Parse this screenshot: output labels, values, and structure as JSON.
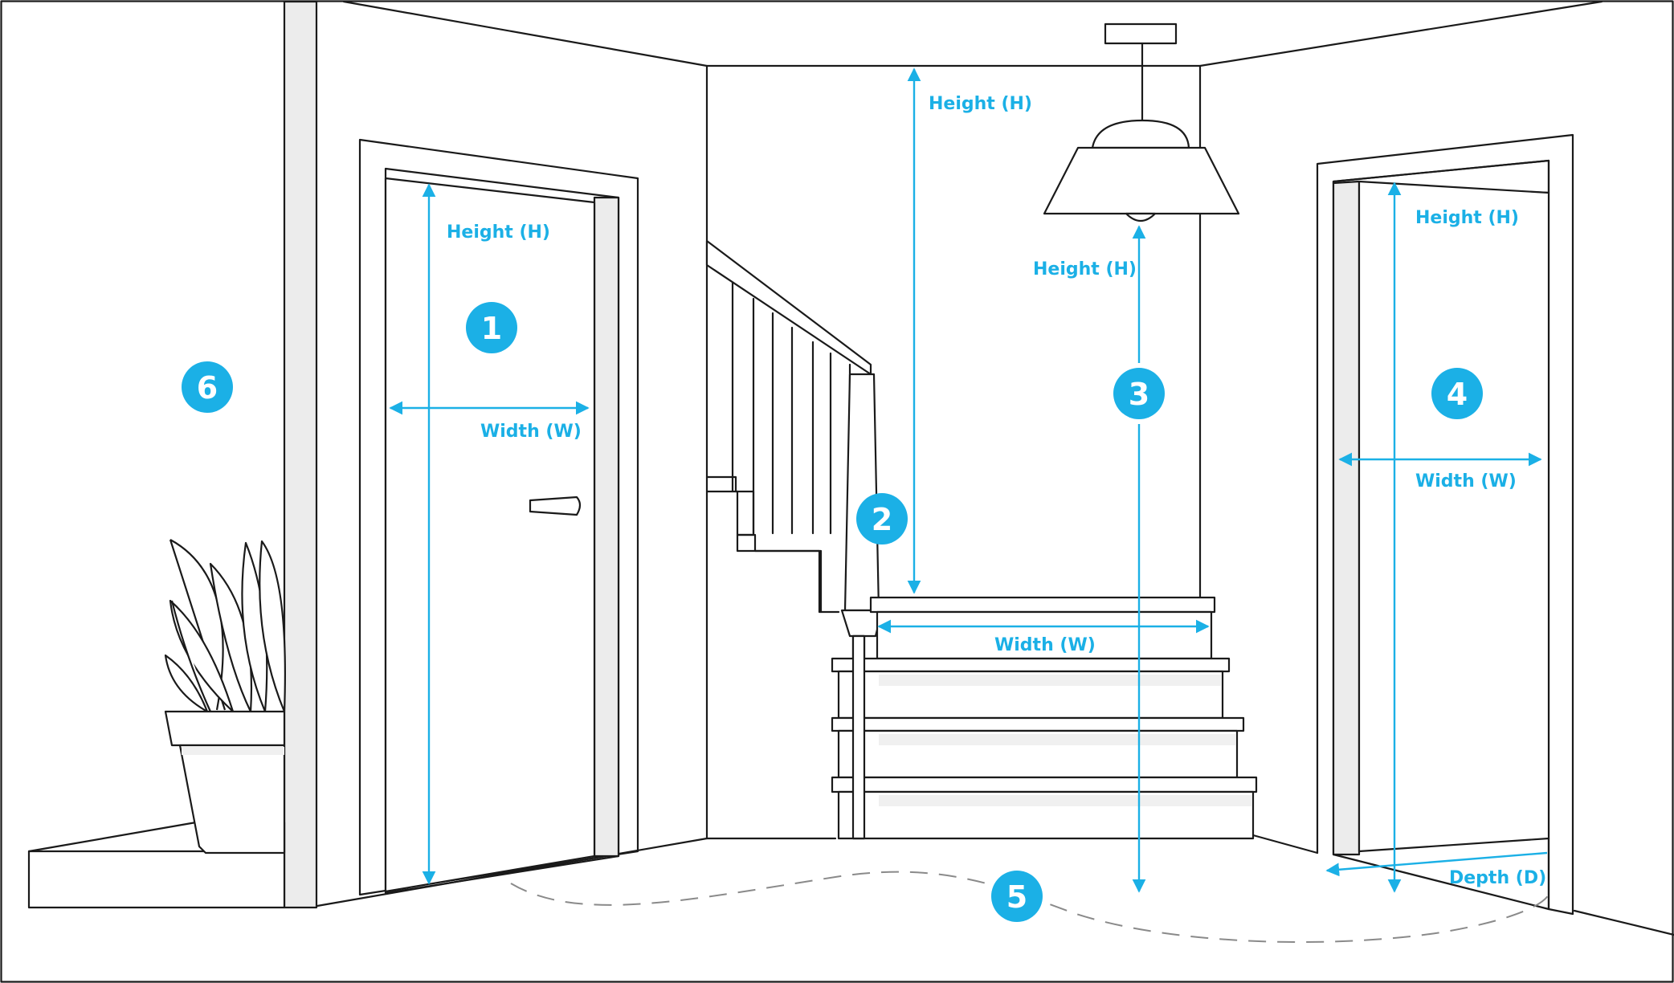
{
  "labels": {
    "height": "Height (H)",
    "width": "Width (W)",
    "depth": "Depth (D)"
  },
  "badges": [
    "1",
    "2",
    "3",
    "4",
    "5",
    "6"
  ],
  "colors": {
    "accent": "#1bb0e6",
    "line": "#1a1a1a",
    "dashed": "#8a8a8a"
  }
}
